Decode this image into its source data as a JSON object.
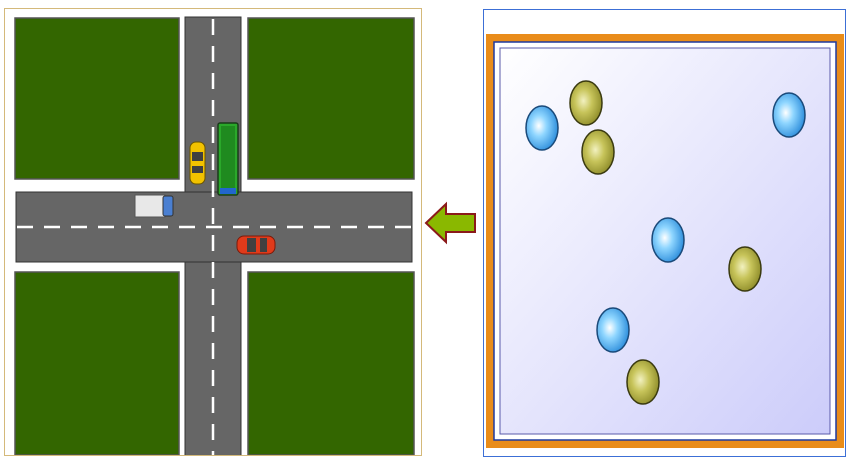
{
  "colors": {
    "grass": "#336600",
    "grass_border": "#555555",
    "road": "#666666",
    "road_border": "#333333",
    "lane_marking": "#ffffff",
    "left_panel_border": "#d4b97a",
    "right_panel_border": "#3c6fd6",
    "arrow_fill": "#8ab800",
    "arrow_outline": "#8b1a1a",
    "container_outer": "#e98c1a",
    "container_inner_gradient_start": "#ffffff",
    "container_inner_gradient_end": "#ccccfa",
    "blue_particle": "#3aa0e8",
    "olive_particle": "#a8a640"
  },
  "intersection": {
    "grass_blocks": [
      "top-left",
      "top-right",
      "bottom-left",
      "bottom-right"
    ],
    "vehicles": [
      {
        "name": "green-bus",
        "type": "bus",
        "color": "#2aa82a",
        "heading": "south"
      },
      {
        "name": "yellow-taxi",
        "type": "car",
        "color": "#f2c200",
        "heading": "north"
      },
      {
        "name": "white-truck",
        "type": "truck",
        "color": "#e8e8e8",
        "heading": "east"
      },
      {
        "name": "red-car",
        "type": "car",
        "color": "#e03a1a",
        "heading": "west"
      }
    ]
  },
  "arrow": {
    "icon": "arrow-left-icon",
    "direction": "left"
  },
  "particles": {
    "blue_count": 4,
    "olive_count": 4
  }
}
